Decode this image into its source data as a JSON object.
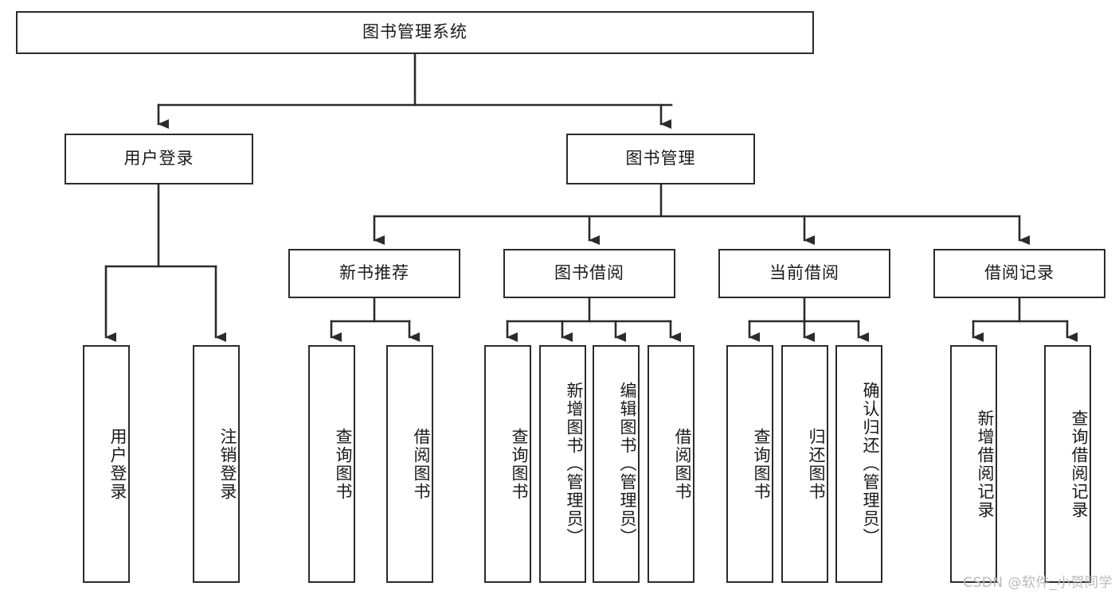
{
  "diagram": {
    "title": "图书管理系统",
    "type": "tree-structure-chart",
    "line_color": "#2b2b2b",
    "box_fill": "#ffffff",
    "text_color": "#1a1a1a"
  },
  "root": {
    "label": "图书管理系统"
  },
  "level2": [
    {
      "label": "用户登录"
    },
    {
      "label": "图书管理"
    }
  ],
  "level3": [
    {
      "label": "新书推荐"
    },
    {
      "label": "图书借阅"
    },
    {
      "label": "当前借阅"
    },
    {
      "label": "借阅记录"
    }
  ],
  "leaves": {
    "user_login": [
      {
        "label": "用户登录"
      },
      {
        "label": "注销登录"
      }
    ],
    "new_book": [
      {
        "label": "查询图书"
      },
      {
        "label": "借阅图书"
      }
    ],
    "book_borrow": [
      {
        "label": "查询图书"
      },
      {
        "label": "新增图书（管理员）"
      },
      {
        "label": "编辑图书（管理员）"
      },
      {
        "label": "借阅图书"
      }
    ],
    "current_borrow": [
      {
        "label": "查询图书"
      },
      {
        "label": "归还图书"
      },
      {
        "label": "确认归还（管理员）"
      }
    ],
    "borrow_record": [
      {
        "label": "新增借阅记录"
      },
      {
        "label": "查询借阅记录"
      }
    ]
  },
  "watermark": {
    "text": "CSDN @软件_小贺同学"
  }
}
